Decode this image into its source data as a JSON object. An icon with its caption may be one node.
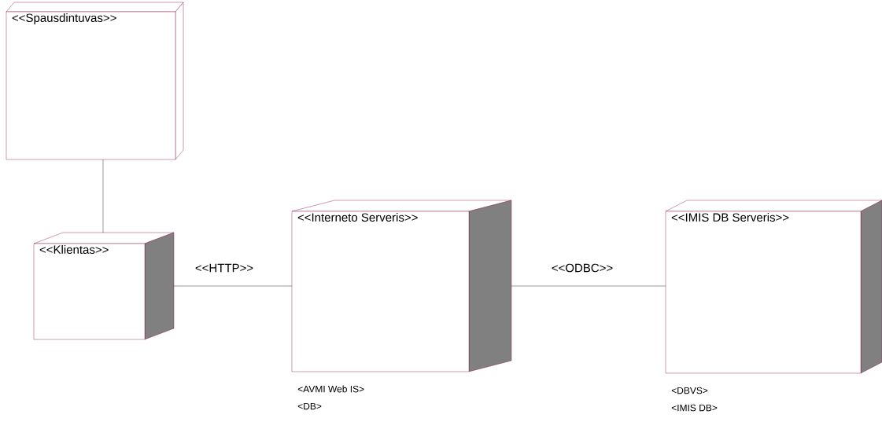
{
  "diagram": {
    "nodes": [
      {
        "text": [
          "<<Spausdintuvas>>"
        ]
      },
      {
        "text": [
          "<<Klientas>>"
        ]
      },
      {
        "text": [
          "<<Interneto Serveris>>"
        ],
        "beside": [
          "<AVMI Web IS>",
          "<DB>"
        ]
      },
      {
        "text": [
          "<<IMIS DB Serveris>>"
        ],
        "beside": [
          "<DBVS>",
          "<IMIS DB>"
        ]
      }
    ],
    "edges": [
      {
        "from": 0,
        "to": 1,
        "arrow": "none"
      },
      {
        "from": 1,
        "to": 2,
        "arrow": "none",
        "label": "<<HTTP>>"
      },
      {
        "from": 2,
        "to": 3,
        "arrow": "none",
        "label": "<<ODBC>>"
      }
    ]
  }
}
